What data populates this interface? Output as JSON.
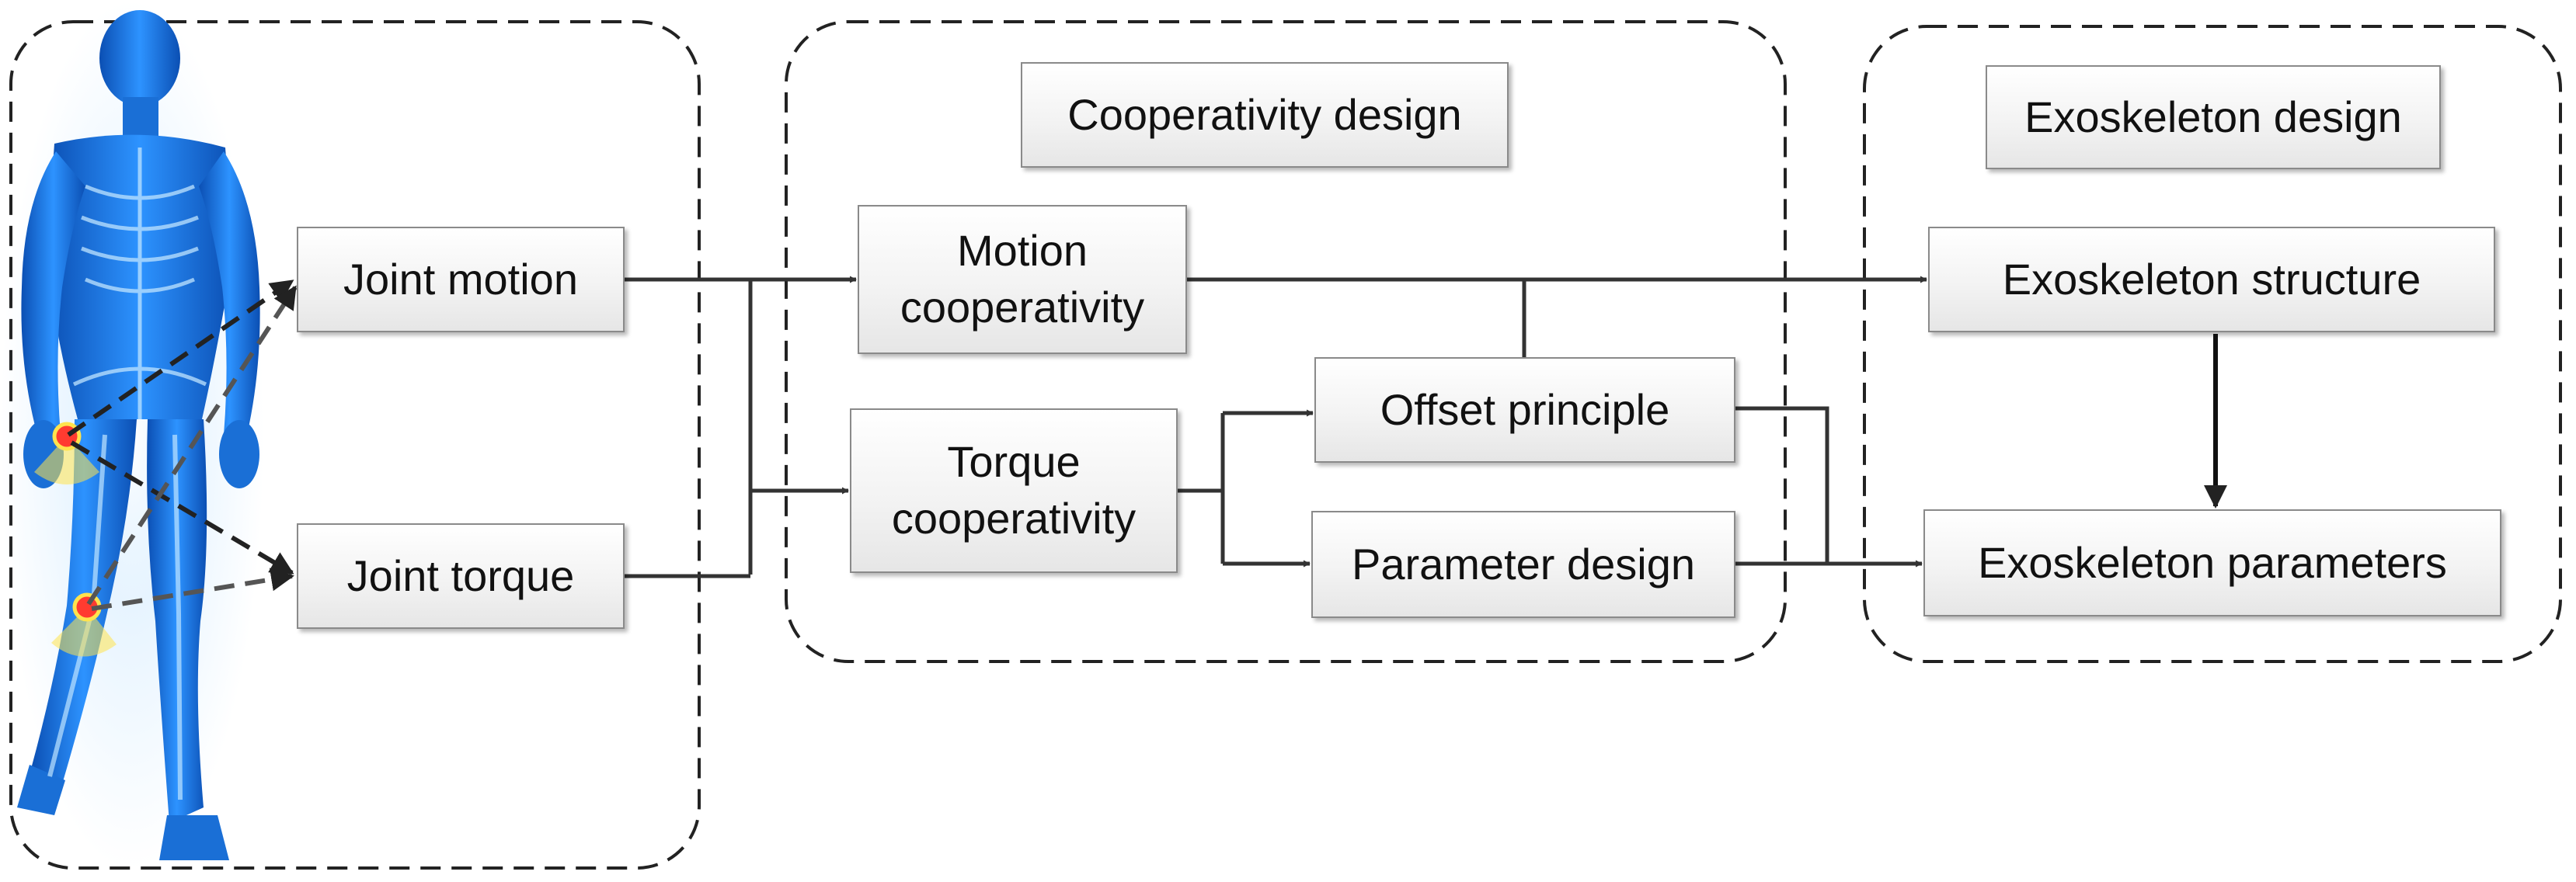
{
  "colors": {
    "line": "#333333",
    "dashed_border": "#222222",
    "box_border": "#8a8a8a",
    "figure_blue": "#1f7be6",
    "joint_marker": "#ff3b30",
    "joint_glow": "#ffe34d"
  },
  "illustration": {
    "name": "human-body-figure",
    "joints": [
      "hip-joint",
      "knee-joint"
    ]
  },
  "groups": {
    "input": {
      "title": ""
    },
    "cooperativity": {
      "title": "Cooperativity design"
    },
    "exoskeleton": {
      "title": "Exoskeleton design"
    }
  },
  "nodes": {
    "joint_motion": "Joint motion",
    "joint_torque": "Joint torque",
    "motion_cooperativity": "Motion\ncooperativity",
    "torque_cooperativity": "Torque\ncooperativity",
    "offset_principle": "Offset principle",
    "parameter_design": "Parameter design",
    "exoskeleton_structure": "Exoskeleton structure",
    "exoskeleton_parameters": "Exoskeleton parameters"
  },
  "edges": [
    {
      "from": "hip-joint",
      "to": "joint_motion",
      "style": "dashed"
    },
    {
      "from": "hip-joint",
      "to": "joint_torque",
      "style": "dashed"
    },
    {
      "from": "knee-joint",
      "to": "joint_motion",
      "style": "dashed"
    },
    {
      "from": "knee-joint",
      "to": "joint_torque",
      "style": "dashed"
    },
    {
      "from": "joint_motion",
      "to": "motion_cooperativity",
      "style": "solid"
    },
    {
      "from": "joint_motion",
      "to": "torque_cooperativity",
      "style": "solid"
    },
    {
      "from": "joint_torque",
      "to": "torque_cooperativity",
      "style": "solid"
    },
    {
      "from": "torque_cooperativity",
      "to": "offset_principle",
      "style": "solid"
    },
    {
      "from": "torque_cooperativity",
      "to": "parameter_design",
      "style": "solid"
    },
    {
      "from": "motion_cooperativity",
      "to": "exoskeleton_structure",
      "style": "solid"
    },
    {
      "from": "offset_principle",
      "to": "exoskeleton_structure",
      "style": "solid"
    },
    {
      "from": "offset_principle",
      "to": "exoskeleton_parameters",
      "style": "solid"
    },
    {
      "from": "parameter_design",
      "to": "exoskeleton_parameters",
      "style": "solid"
    },
    {
      "from": "exoskeleton_structure",
      "to": "exoskeleton_parameters",
      "style": "solid"
    }
  ]
}
